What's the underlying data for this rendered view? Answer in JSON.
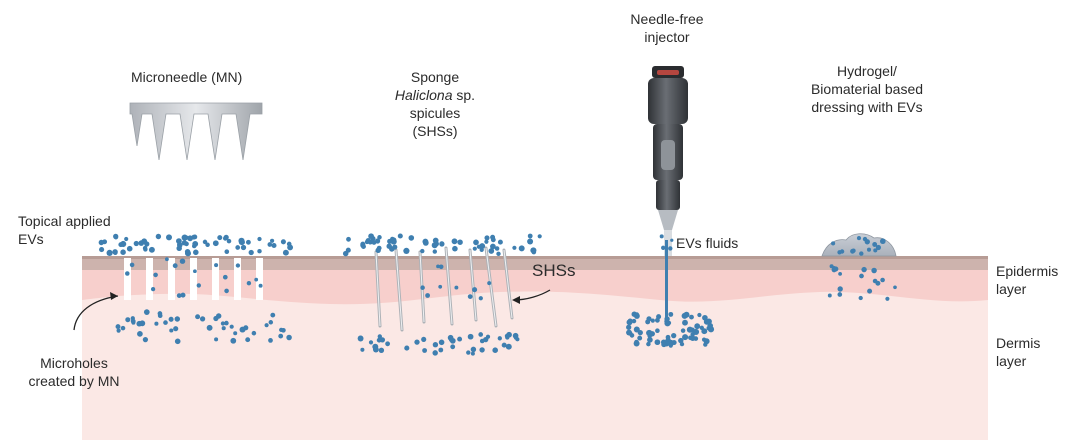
{
  "labels": {
    "microneedle": "Microneedle (MN)",
    "sponge_line1": "Sponge",
    "sponge_italic": "Haliclona",
    "sponge_sp": " sp.",
    "sponge_line3": "spicules",
    "sponge_line4": "(SHSs)",
    "injector_line1": "Needle-free",
    "injector_line2": "injector",
    "hydrogel_line1": "Hydrogel/",
    "hydrogel_line2": "Biomaterial based",
    "hydrogel_line3": "dressing with EVs",
    "topical_line1": "Topical applied",
    "topical_line2": "EVs",
    "shss": "SHSs",
    "evs_fluids": "EVs fluids",
    "microholes_line1": "Microholes",
    "microholes_line2": "created by MN",
    "epidermis_line1": "Epidermis",
    "epidermis_line2": "layer",
    "dermis_line1": "Dermis",
    "dermis_line2": "layer"
  },
  "colors": {
    "dot": "#3f7fb0",
    "epidermis_top": "#cdb3ad",
    "epidermis": "#f7cfcc",
    "dermis": "#fbe8e5",
    "needle": "#c9ccd1",
    "injector_body": "#4a4d52"
  }
}
